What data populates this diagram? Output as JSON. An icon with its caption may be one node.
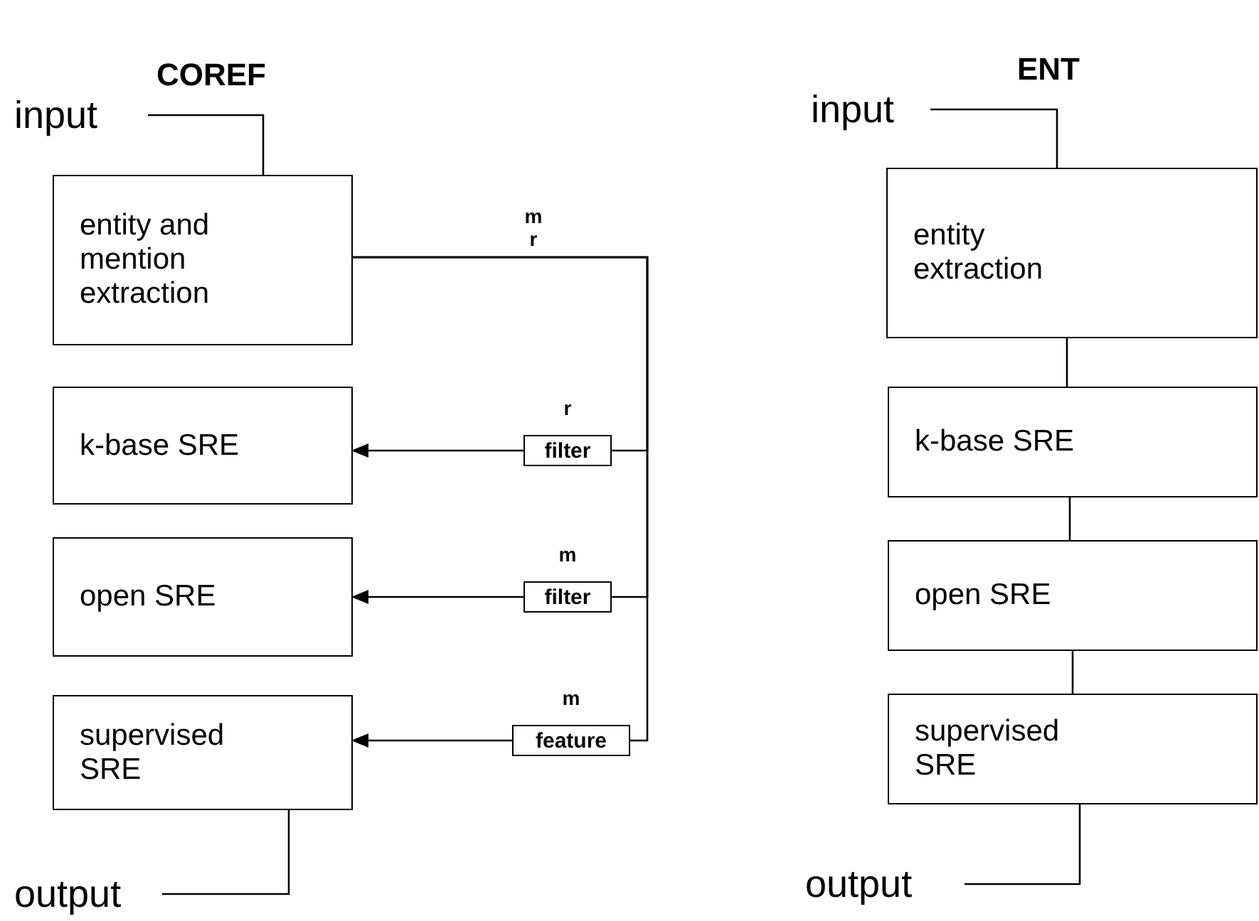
{
  "diagram": {
    "nodes": [
      {
        "text": [
          "input"
        ]
      },
      {
        "text": [
          "entity and mention extraction"
        ]
      },
      {
        "text": [
          "k-base SRE"
        ]
      },
      {
        "text": [
          "open SRE"
        ]
      },
      {
        "text": [
          "supervised SRE"
        ]
      },
      {
        "text": [
          "output"
        ]
      },
      {
        "text": [
          "filter"
        ],
        "beside": [
          "r"
        ]
      },
      {
        "text": [
          "filter"
        ],
        "beside": [
          "m"
        ]
      },
      {
        "text": [
          "feature"
        ],
        "beside": [
          "m"
        ]
      },
      {
        "text": [
          "input"
        ]
      },
      {
        "text": [
          "entity extraction"
        ]
      },
      {
        "text": [
          "k-base SRE"
        ]
      },
      {
        "text": [
          "open SRE"
        ]
      },
      {
        "text": [
          "supervised SRE"
        ]
      },
      {
        "text": [
          "output"
        ]
      }
    ],
    "edges": [
      {
        "from": 0,
        "to": 1,
        "arrow": "none"
      },
      {
        "from": 1,
        "to": 6,
        "arrow": "none"
      },
      {
        "from": 1,
        "to": 7,
        "arrow": "none"
      },
      {
        "from": 1,
        "to": 8,
        "arrow": "none"
      },
      {
        "from": 6,
        "to": 2,
        "arrow": "to"
      },
      {
        "from": 7,
        "to": 3,
        "arrow": "to"
      },
      {
        "from": 8,
        "to": 4,
        "arrow": "to"
      },
      {
        "from": 4,
        "to": 5,
        "arrow": "none"
      },
      {
        "from": 9,
        "to": 10,
        "arrow": "none"
      },
      {
        "from": 10,
        "to": 11,
        "arrow": "none"
      },
      {
        "from": 11,
        "to": 12,
        "arrow": "none"
      },
      {
        "from": 12,
        "to": 13,
        "arrow": "none"
      },
      {
        "from": 13,
        "to": 14,
        "arrow": "none"
      }
    ],
    "labels": [
      "COREF",
      "ENT",
      "m r"
    ]
  }
}
